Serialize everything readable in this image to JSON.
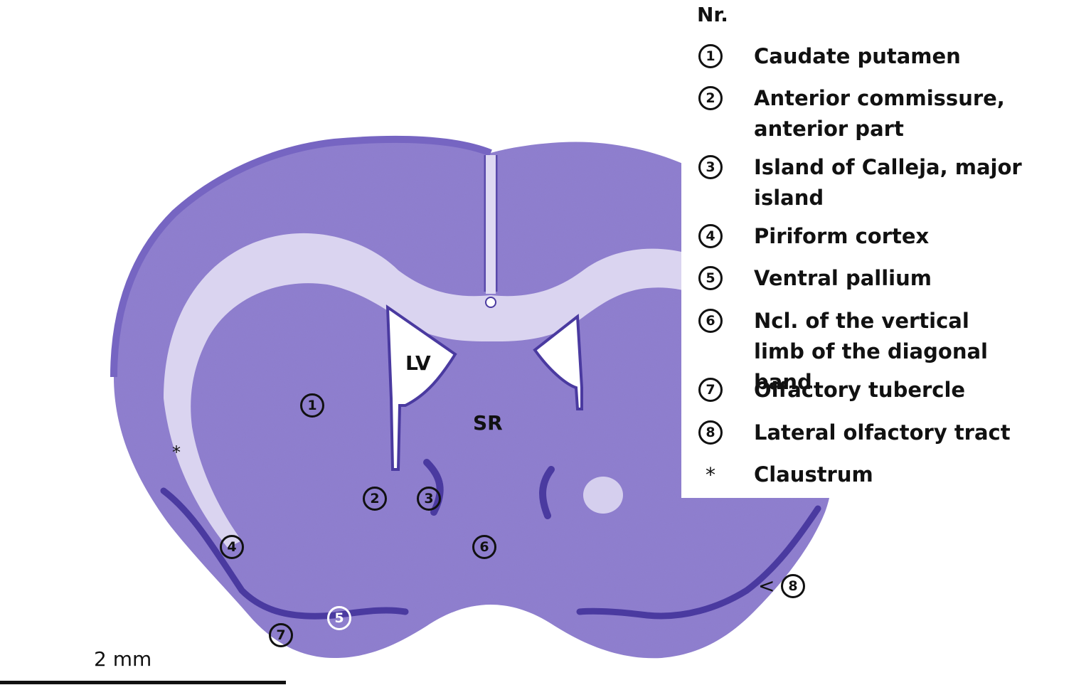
{
  "figure": {
    "region_labels": {
      "lv": "LV",
      "sr": "SR"
    },
    "markers": [
      "1",
      "2",
      "3",
      "4",
      "5",
      "6",
      "7",
      "8"
    ],
    "asterisk": "*",
    "lot_arrow": "<"
  },
  "legend": {
    "title": "Nr.",
    "items": [
      {
        "num": "1",
        "label": "Caudate putamen"
      },
      {
        "num": "2",
        "label": "Anterior commissure, anterior part"
      },
      {
        "num": "3",
        "label": "Island of Calleja, major island"
      },
      {
        "num": "4",
        "label": "Piriform cortex"
      },
      {
        "num": "5",
        "label": "Ventral pallium"
      },
      {
        "num": "6",
        "label": "Ncl. of the vertical limb of the diagonal band"
      },
      {
        "num": "7",
        "label": "Olfactory tubercle"
      },
      {
        "num": "8",
        "label": "Lateral olfactory tract"
      },
      {
        "num": "*",
        "label": "Claustrum"
      }
    ]
  },
  "scale": {
    "label": "2 mm"
  },
  "colors": {
    "tissue": "#8f80cf",
    "tissue_dark": "#4a3aa0",
    "white_matter": "#e7e3f6"
  }
}
